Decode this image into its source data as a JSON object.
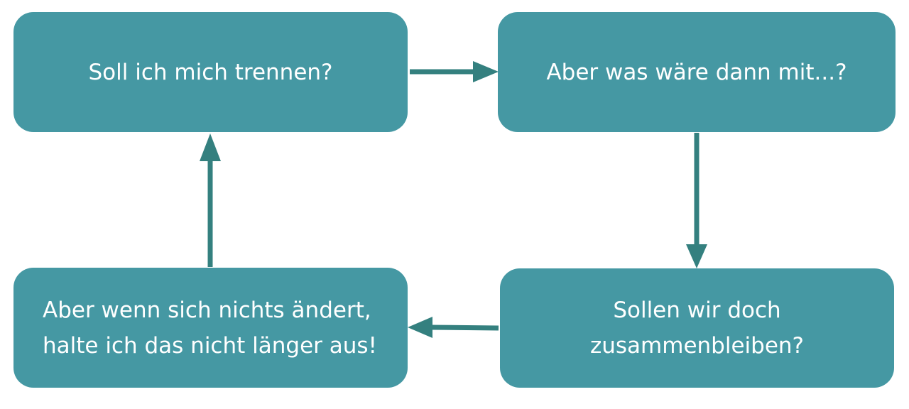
{
  "colors": {
    "box_fill": "#4598a3",
    "box_text": "#ffffff",
    "arrow": "#34807f",
    "background": "#ffffff"
  },
  "nodes": [
    {
      "id": "n1",
      "label": "Soll ich mich trennen?"
    },
    {
      "id": "n2",
      "label": "Aber was wäre dann mit...?"
    },
    {
      "id": "n3",
      "label": "Sollen wir doch\nzusammenbleiben?"
    },
    {
      "id": "n4",
      "label": "Aber wenn sich nichts ändert,\nhalte ich das nicht länger aus!"
    }
  ],
  "edges": [
    {
      "from": "n1",
      "to": "n2"
    },
    {
      "from": "n2",
      "to": "n3"
    },
    {
      "from": "n3",
      "to": "n4"
    },
    {
      "from": "n4",
      "to": "n1"
    }
  ]
}
